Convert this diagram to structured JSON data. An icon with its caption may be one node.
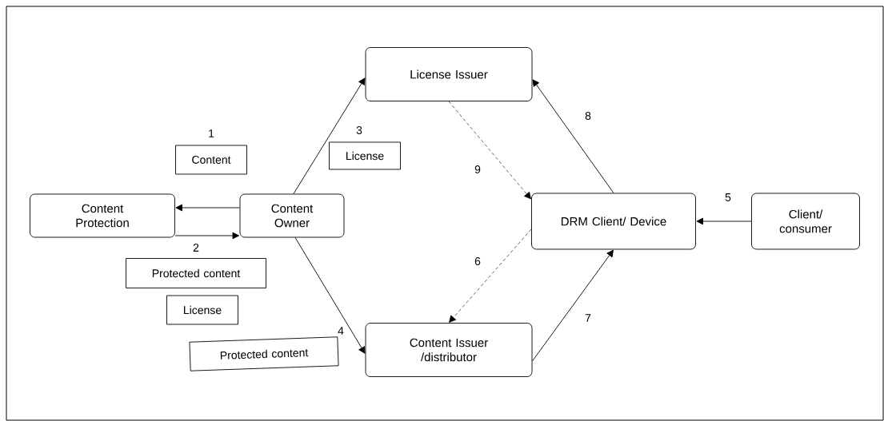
{
  "diagram": {
    "nodes": [
      {
        "text": [
          "Content Protection"
        ]
      },
      {
        "text": [
          "Content Owner"
        ]
      },
      {
        "text": [
          "License Issuer"
        ]
      },
      {
        "text": [
          "DRM Client/ Device"
        ]
      },
      {
        "text": [
          "Client/ consumer"
        ]
      },
      {
        "text": [
          "Content Issuer /distributor"
        ]
      },
      {
        "text": [
          "Content"
        ],
        "beside": [
          "1"
        ]
      },
      {
        "text": [
          "License"
        ],
        "beside": [
          "3"
        ]
      },
      {
        "text": [
          "Protected content"
        ],
        "beside": [
          "2"
        ]
      },
      {
        "text": [
          "License"
        ]
      },
      {
        "text": [
          "Protected content"
        ],
        "beside": [
          "4"
        ]
      }
    ],
    "edges": [
      {
        "from": 1,
        "to": 0,
        "arrow": "to"
      },
      {
        "from": 0,
        "to": 1,
        "arrow": "to"
      },
      {
        "from": 1,
        "to": 2,
        "arrow": "to"
      },
      {
        "from": 1,
        "to": 5,
        "arrow": "to"
      },
      {
        "from": 2,
        "to": 3,
        "arrow": "to",
        "label": "9",
        "style": "dashed"
      },
      {
        "from": 3,
        "to": 2,
        "arrow": "to",
        "label": "8"
      },
      {
        "from": 4,
        "to": 3,
        "arrow": "to",
        "label": "5"
      },
      {
        "from": 3,
        "to": 5,
        "arrow": "to",
        "label": "6",
        "style": "dashed"
      },
      {
        "from": 5,
        "to": 3,
        "arrow": "to",
        "label": "7"
      }
    ]
  }
}
